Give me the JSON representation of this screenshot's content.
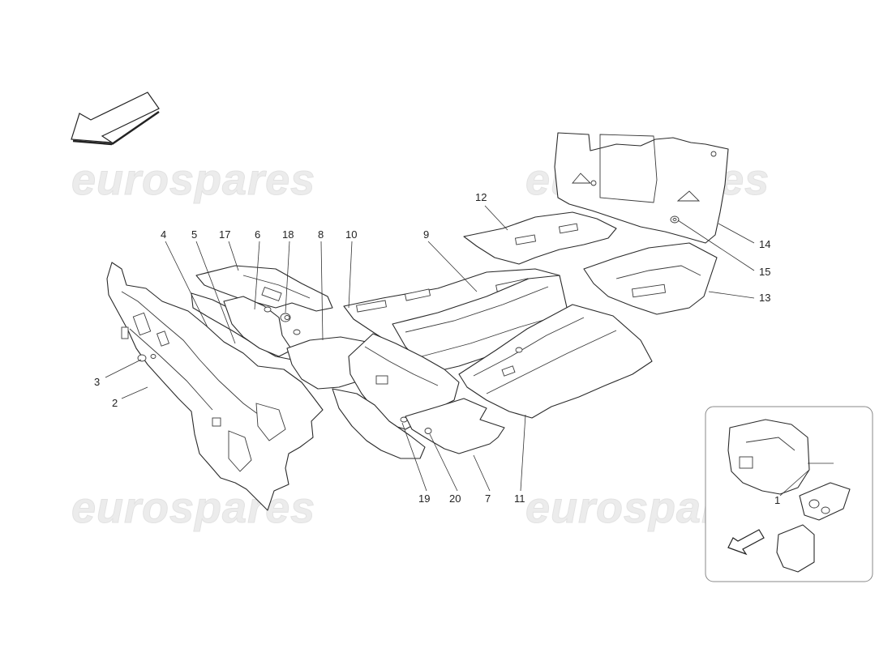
{
  "watermark": "eurospares",
  "callouts": {
    "c1": "1",
    "c2": "2",
    "c3": "3",
    "c4": "4",
    "c5": "5",
    "c6": "6",
    "c7": "7",
    "c8": "8",
    "c9": "9",
    "c10": "10",
    "c11": "11",
    "c12": "12",
    "c13": "13",
    "c14": "14",
    "c15": "15",
    "c17": "17",
    "c18": "18",
    "c19": "19",
    "c20": "20"
  },
  "icons": {
    "direction_arrow": "front-direction-arrow-icon",
    "inset_arrow": "inset-direction-arrow-icon"
  },
  "colors": {
    "line": "#2a2a2a",
    "watermark": "#ececec",
    "inset_border": "#888888"
  }
}
